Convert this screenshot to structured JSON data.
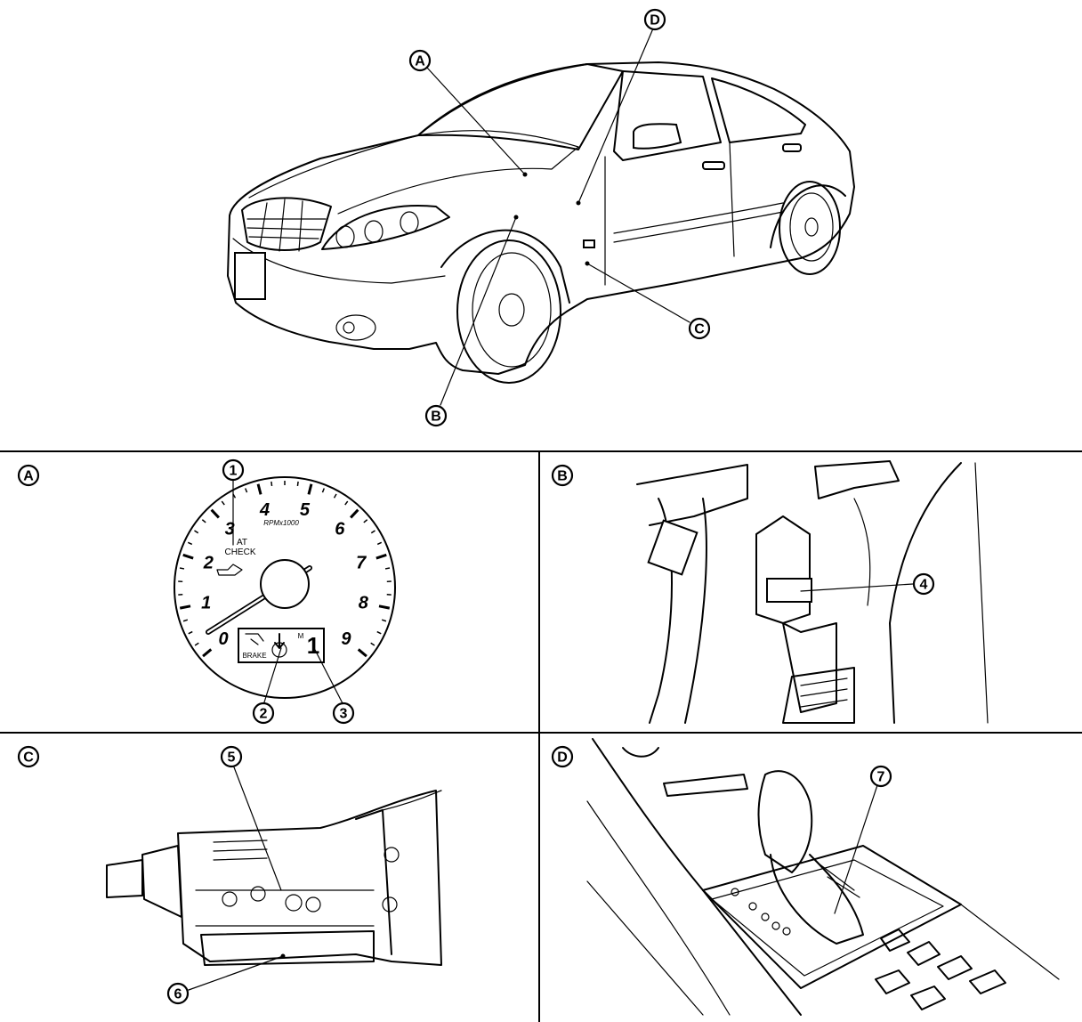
{
  "callouts": {
    "A": "A",
    "B": "B",
    "C": "C",
    "D": "D",
    "n1": "1",
    "n2": "2",
    "n3": "3",
    "n4": "4",
    "n5": "5",
    "n6": "6",
    "n7": "7"
  },
  "gauge": {
    "numbers": [
      "0",
      "1",
      "2",
      "3",
      "4",
      "5",
      "6",
      "7",
      "8",
      "9"
    ],
    "unit": "RPMx1000",
    "at_check_line1": "AT",
    "at_check_line2": "CHECK",
    "brake": "BRAKE",
    "mode": "M",
    "gear": "1"
  }
}
